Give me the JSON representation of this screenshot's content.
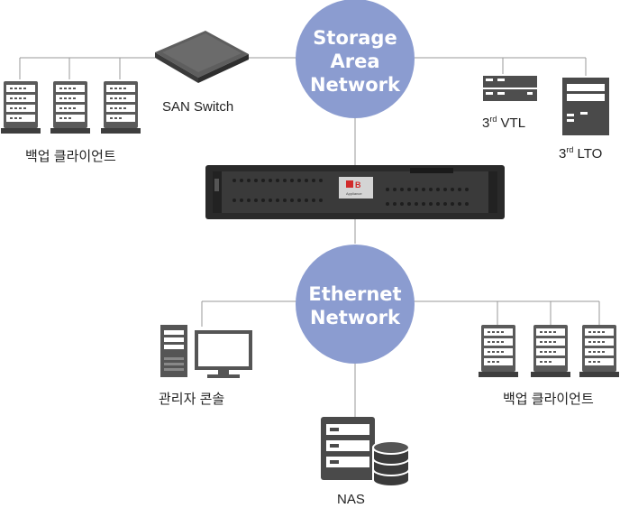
{
  "networks": {
    "san": {
      "line1": "Storage",
      "line2": "Area",
      "line3": "Network"
    },
    "ethernet": {
      "line1": "Ethernet",
      "line2": "Network"
    }
  },
  "labels": {
    "backup_clients_top": "백업 클라이언트",
    "san_switch": "SAN Switch",
    "vtl_prefix": "3",
    "vtl_sup": "rd",
    "vtl_name": " VTL",
    "lto_prefix": "3",
    "lto_sup": "rd",
    "lto_name": " LTO",
    "admin_console": "관리자 콘솔",
    "backup_clients_bottom": "백업 클라이언트",
    "nas": "NAS"
  },
  "appliance": {
    "logo": "B",
    "logo_sub": "Appliance"
  },
  "colors": {
    "bubble": "#8b9cd0",
    "line": "#999999",
    "device_dark": "#4a4a4a",
    "device_mid": "#6a6a6a"
  },
  "icons": [
    "server-tower-icon",
    "network-switch-icon",
    "rack-server-icon",
    "tape-library-icon",
    "desktop-computer-icon",
    "nas-storage-icon",
    "database-icon"
  ]
}
